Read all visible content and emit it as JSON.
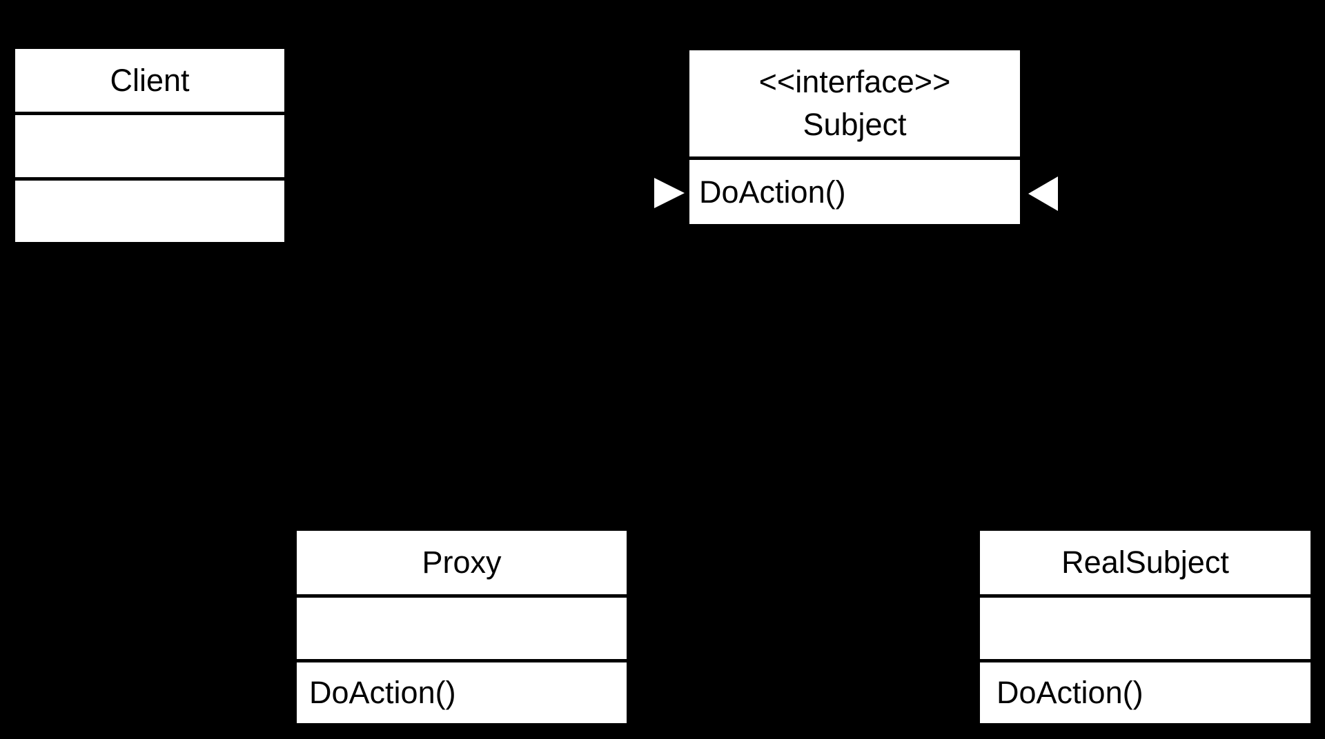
{
  "diagram": {
    "kind": "uml-class-diagram",
    "colors": {
      "background": "#000000",
      "box_fill": "#ffffff",
      "text": "#000000",
      "divider_lines": "#000000",
      "arrowhead_fill": "#ffffff"
    }
  },
  "classes": {
    "client": {
      "name": "Client",
      "attributes": "",
      "methods": ""
    },
    "subject": {
      "stereotype": "<<interface>>",
      "name": "Subject",
      "methods": "DoAction()"
    },
    "proxy": {
      "name": "Proxy",
      "attributes": "",
      "methods": "DoAction()"
    },
    "realsubject": {
      "name": "RealSubject",
      "attributes": "",
      "methods": "DoAction()"
    }
  },
  "arrowheads": {
    "left": {
      "shape": "hollow-triangle",
      "points": "right",
      "fill": "#ffffff"
    },
    "right": {
      "shape": "hollow-triangle",
      "points": "left",
      "fill": "#ffffff"
    }
  }
}
